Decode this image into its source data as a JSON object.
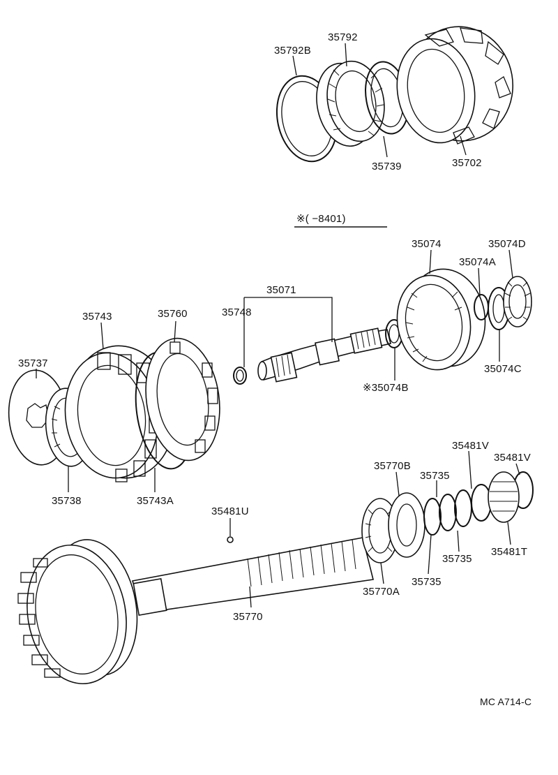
{
  "diagram": {
    "note_label": "※(      −8401)",
    "code": "MC  A714-C",
    "parts": {
      "p35792B": "35792B",
      "p35792": "35792",
      "p35739": "35739",
      "p35702": "35702",
      "p35074": "35074",
      "p35074D": "35074D",
      "p35074A": "35074A",
      "p35074C": "35074C",
      "p35074B": "※35074B",
      "p35071": "35071",
      "p35748": "35748",
      "p35743": "35743",
      "p35760": "35760",
      "p35737": "35737",
      "p35738": "35738",
      "p35743A": "35743A",
      "p35481U": "35481U",
      "p35770B": "35770B",
      "p35735a": "35735",
      "p35481V1": "35481V",
      "p35481V2": "35481V",
      "p35735b": "35735",
      "p35735c": "35735",
      "p35481T": "35481T",
      "p35770A": "35770A",
      "p35770": "35770"
    }
  }
}
